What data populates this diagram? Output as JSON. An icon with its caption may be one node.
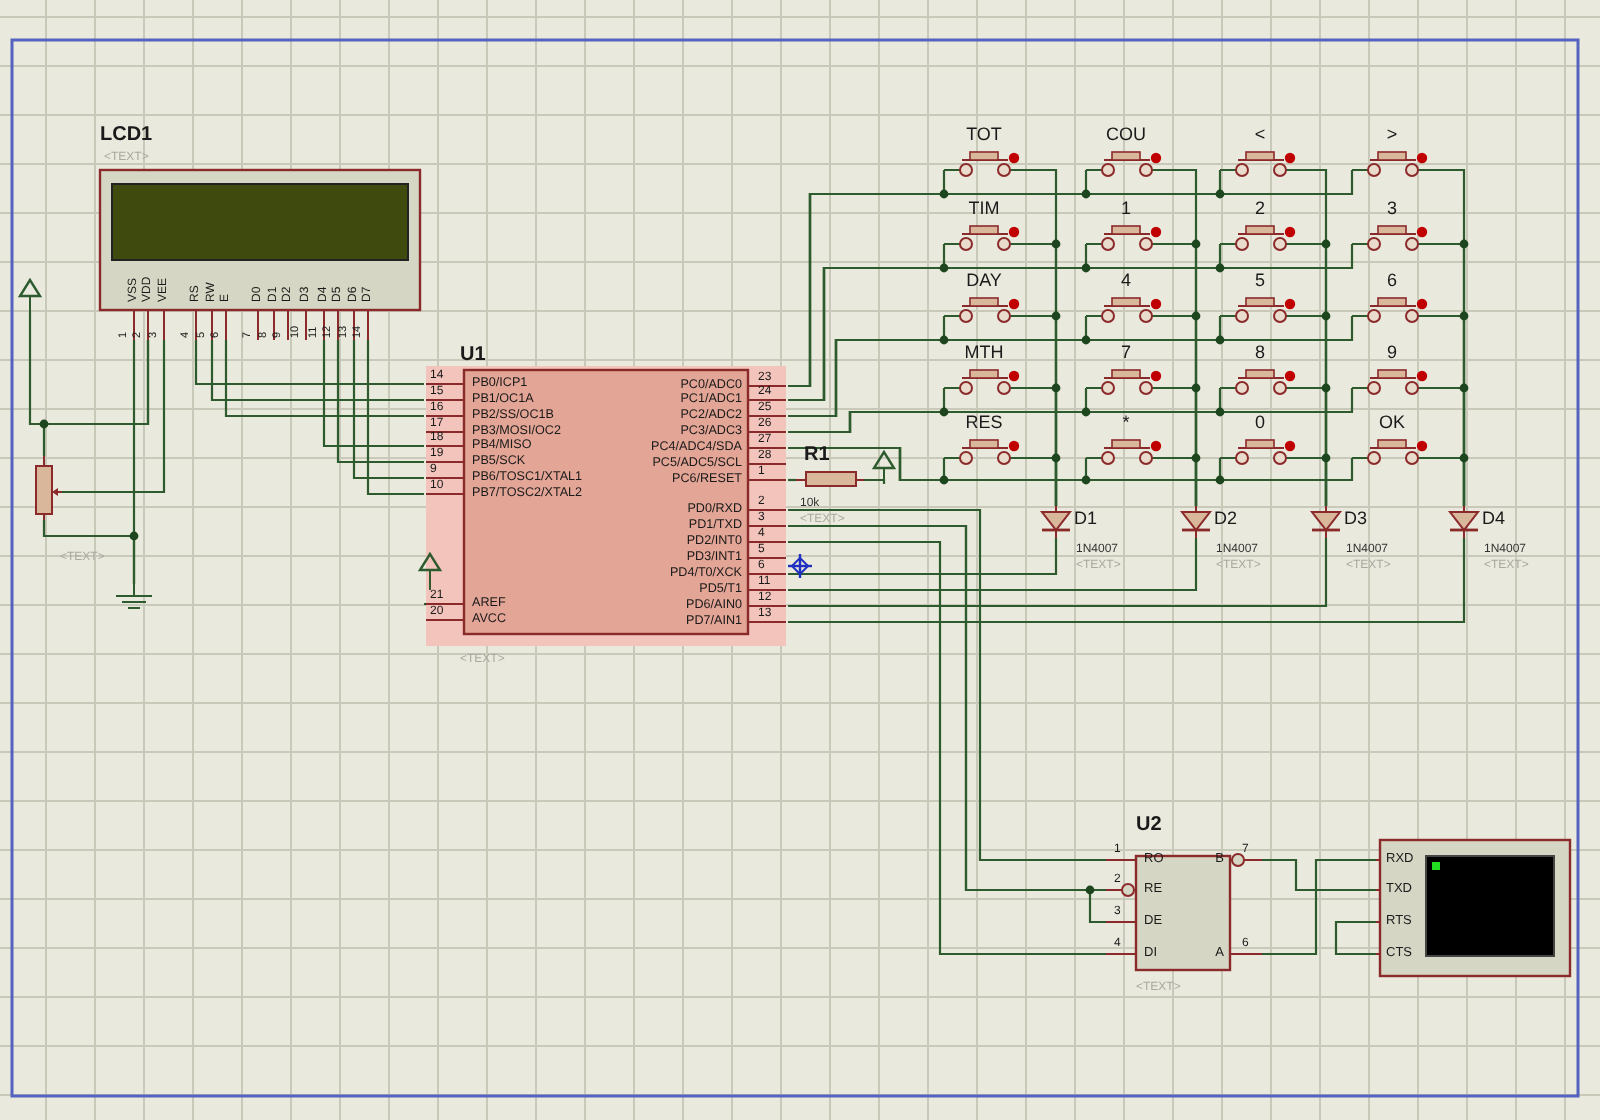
{
  "diagram": {
    "nodes": [
      {
        "text": [
          "LCD1"
        ],
        "beside": [
          "<TEXT>"
        ]
      },
      {
        "text": [],
        "shape": "resistor",
        "beside": [
          "<TEXT>"
        ]
      },
      {
        "text": [],
        "shape": "arrow"
      },
      {
        "text": [],
        "shape": "ground"
      },
      {
        "text": [
          "U1"
        ],
        "beside": [
          "<TEXT>"
        ]
      },
      {
        "text": [],
        "shape": "arrow"
      },
      {
        "text": [
          "R1"
        ],
        "beside": [
          "10k",
          "<TEXT>"
        ]
      },
      {
        "text": [],
        "shape": "arrow"
      },
      {
        "text": [
          "TOT"
        ]
      },
      {
        "text": [
          "COU"
        ]
      },
      {
        "text": [
          "<"
        ]
      },
      {
        "text": [
          ">"
        ]
      },
      {
        "text": [
          "TIM"
        ]
      },
      {
        "text": [
          "1"
        ]
      },
      {
        "text": [
          "2"
        ]
      },
      {
        "text": [
          "3"
        ]
      },
      {
        "text": [
          "DAY"
        ]
      },
      {
        "text": [
          "4"
        ]
      },
      {
        "text": [
          "5"
        ]
      },
      {
        "text": [
          "6"
        ]
      },
      {
        "text": [
          "MTH"
        ]
      },
      {
        "text": [
          "7"
        ]
      },
      {
        "text": [
          "8"
        ]
      },
      {
        "text": [
          "9"
        ]
      },
      {
        "text": [
          "RES"
        ]
      },
      {
        "text": [
          "*"
        ]
      },
      {
        "text": [
          "0"
        ]
      },
      {
        "text": [
          "OK"
        ]
      },
      {
        "text": [
          "D1"
        ],
        "beside": [
          "1N4007",
          "<TEXT>"
        ]
      },
      {
        "text": [
          "D2"
        ],
        "beside": [
          "1N4007",
          "<TEXT>"
        ]
      },
      {
        "text": [
          "D3"
        ],
        "beside": [
          "1N4007",
          "<TEXT>"
        ]
      },
      {
        "text": [
          "D4"
        ],
        "beside": [
          "1N4007",
          "<TEXT>"
        ]
      },
      {
        "text": [
          "U2"
        ],
        "beside": [
          "<TEXT>"
        ]
      },
      {
        "text": [
          "RXD",
          "TXD",
          "RTS",
          "CTS"
        ]
      }
    ],
    "edges": [
      {
        "from": 2,
        "to": 0,
        "arrow": "none"
      },
      {
        "from": 1,
        "to": 0,
        "arrow": "none"
      },
      {
        "from": 1,
        "to": 0,
        "arrow": "none"
      },
      {
        "from": 1,
        "to": 3,
        "arrow": "none"
      },
      {
        "from": 0,
        "to": 3,
        "arrow": "none"
      },
      {
        "from": 0,
        "to": 4,
        "arrow": "none"
      },
      {
        "from": 0,
        "to": 4,
        "arrow": "none"
      },
      {
        "from": 0,
        "to": 4,
        "arrow": "none"
      },
      {
        "from": 0,
        "to": 4,
        "arrow": "none"
      },
      {
        "from": 0,
        "to": 4,
        "arrow": "none"
      },
      {
        "from": 0,
        "to": 4,
        "arrow": "none"
      },
      {
        "from": 0,
        "to": 4,
        "arrow": "none"
      },
      {
        "from": 5,
        "to": 4,
        "arrow": "none"
      },
      {
        "from": 4,
        "to": 6,
        "arrow": "none"
      },
      {
        "from": 6,
        "to": 7,
        "arrow": "none"
      },
      {
        "from": 4,
        "to": 8,
        "arrow": "none"
      },
      {
        "from": 4,
        "to": 9,
        "arrow": "none"
      },
      {
        "from": 4,
        "to": 10,
        "arrow": "none"
      },
      {
        "from": 4,
        "to": 11,
        "arrow": "none"
      },
      {
        "from": 4,
        "to": 12,
        "arrow": "none"
      },
      {
        "from": 4,
        "to": 13,
        "arrow": "none"
      },
      {
        "from": 4,
        "to": 14,
        "arrow": "none"
      },
      {
        "from": 4,
        "to": 15,
        "arrow": "none"
      },
      {
        "from": 4,
        "to": 16,
        "arrow": "none"
      },
      {
        "from": 4,
        "to": 17,
        "arrow": "none"
      },
      {
        "from": 4,
        "to": 18,
        "arrow": "none"
      },
      {
        "from": 4,
        "to": 19,
        "arrow": "none"
      },
      {
        "from": 4,
        "to": 20,
        "arrow": "none"
      },
      {
        "from": 4,
        "to": 21,
        "arrow": "none"
      },
      {
        "from": 4,
        "to": 22,
        "arrow": "none"
      },
      {
        "from": 4,
        "to": 23,
        "arrow": "none"
      },
      {
        "from": 4,
        "to": 24,
        "arrow": "none"
      },
      {
        "from": 4,
        "to": 25,
        "arrow": "none"
      },
      {
        "from": 4,
        "to": 26,
        "arrow": "none"
      },
      {
        "from": 4,
        "to": 27,
        "arrow": "none"
      },
      {
        "from": 8,
        "to": 28,
        "arrow": "none"
      },
      {
        "from": 9,
        "to": 29,
        "arrow": "none"
      },
      {
        "from": 10,
        "to": 30,
        "arrow": "none"
      },
      {
        "from": 11,
        "to": 31,
        "arrow": "none"
      },
      {
        "from": 12,
        "to": 28,
        "arrow": "none"
      },
      {
        "from": 13,
        "to": 29,
        "arrow": "none"
      },
      {
        "from": 14,
        "to": 30,
        "arrow": "none"
      },
      {
        "from": 15,
        "to": 31,
        "arrow": "none"
      },
      {
        "from": 16,
        "to": 28,
        "arrow": "none"
      },
      {
        "from": 17,
        "to": 29,
        "arrow": "none"
      },
      {
        "from": 18,
        "to": 30,
        "arrow": "none"
      },
      {
        "from": 19,
        "to": 31,
        "arrow": "none"
      },
      {
        "from": 20,
        "to": 28,
        "arrow": "none"
      },
      {
        "from": 21,
        "to": 29,
        "arrow": "none"
      },
      {
        "from": 22,
        "to": 30,
        "arrow": "none"
      },
      {
        "from": 23,
        "to": 31,
        "arrow": "none"
      },
      {
        "from": 24,
        "to": 28,
        "arrow": "none"
      },
      {
        "from": 25,
        "to": 29,
        "arrow": "none"
      },
      {
        "from": 26,
        "to": 30,
        "arrow": "none"
      },
      {
        "from": 27,
        "to": 31,
        "arrow": "none"
      },
      {
        "from": 28,
        "to": 4,
        "arrow": "none"
      },
      {
        "from": 29,
        "to": 4,
        "arrow": "none"
      },
      {
        "from": 30,
        "to": 4,
        "arrow": "none"
      },
      {
        "from": 31,
        "to": 4,
        "arrow": "none"
      },
      {
        "from": 4,
        "to": 32,
        "arrow": "none"
      },
      {
        "from": 4,
        "to": 32,
        "arrow": "none"
      },
      {
        "from": 4,
        "to": 32,
        "arrow": "none"
      },
      {
        "from": 4,
        "to": 32,
        "arrow": "none"
      },
      {
        "from": 32,
        "to": 33,
        "arrow": "none"
      },
      {
        "from": 32,
        "to": 33,
        "arrow": "none"
      },
      {
        "from": 33,
        "to": 33,
        "arrow": "none"
      }
    ],
    "labels": [
      "VSS",
      "VDD",
      "VEE",
      "RS",
      "RW",
      "E",
      "D0",
      "D1",
      "D2",
      "D3",
      "D4",
      "D5",
      "D6",
      "D7",
      "1",
      "2",
      "3",
      "4",
      "5",
      "6",
      "7",
      "8",
      "9",
      "10",
      "11",
      "12",
      "13",
      "14",
      "PB0/ICP1",
      "PB1/OC1A",
      "PB2/SS/OC1B",
      "PB3/MOSI/OC2",
      "PB4/MISO",
      "PB5/SCK",
      "PB6/TOSC1/XTAL1",
      "PB7/TOSC2/XTAL2",
      "AREF",
      "AVCC",
      "14",
      "15",
      "16",
      "17",
      "18",
      "19",
      "9",
      "10",
      "21",
      "20",
      "PC0/ADC0",
      "PC1/ADC1",
      "PC2/ADC2",
      "PC3/ADC3",
      "PC4/ADC4/SDA",
      "PC5/ADC5/SCL",
      "PC6/RESET",
      "PD0/RXD",
      "PD1/TXD",
      "PD2/INT0",
      "PD3/INT1",
      "PD4/T0/XCK",
      "PD5/T1",
      "PD6/AIN0",
      "PD7/AIN1",
      "23",
      "24",
      "25",
      "26",
      "27",
      "28",
      "1",
      "2",
      "3",
      "4",
      "5",
      "6",
      "11",
      "12",
      "13",
      "RO",
      "RE",
      "DE",
      "DI",
      "B",
      "A",
      "1",
      "2",
      "3",
      "4",
      "7",
      "6"
    ]
  }
}
